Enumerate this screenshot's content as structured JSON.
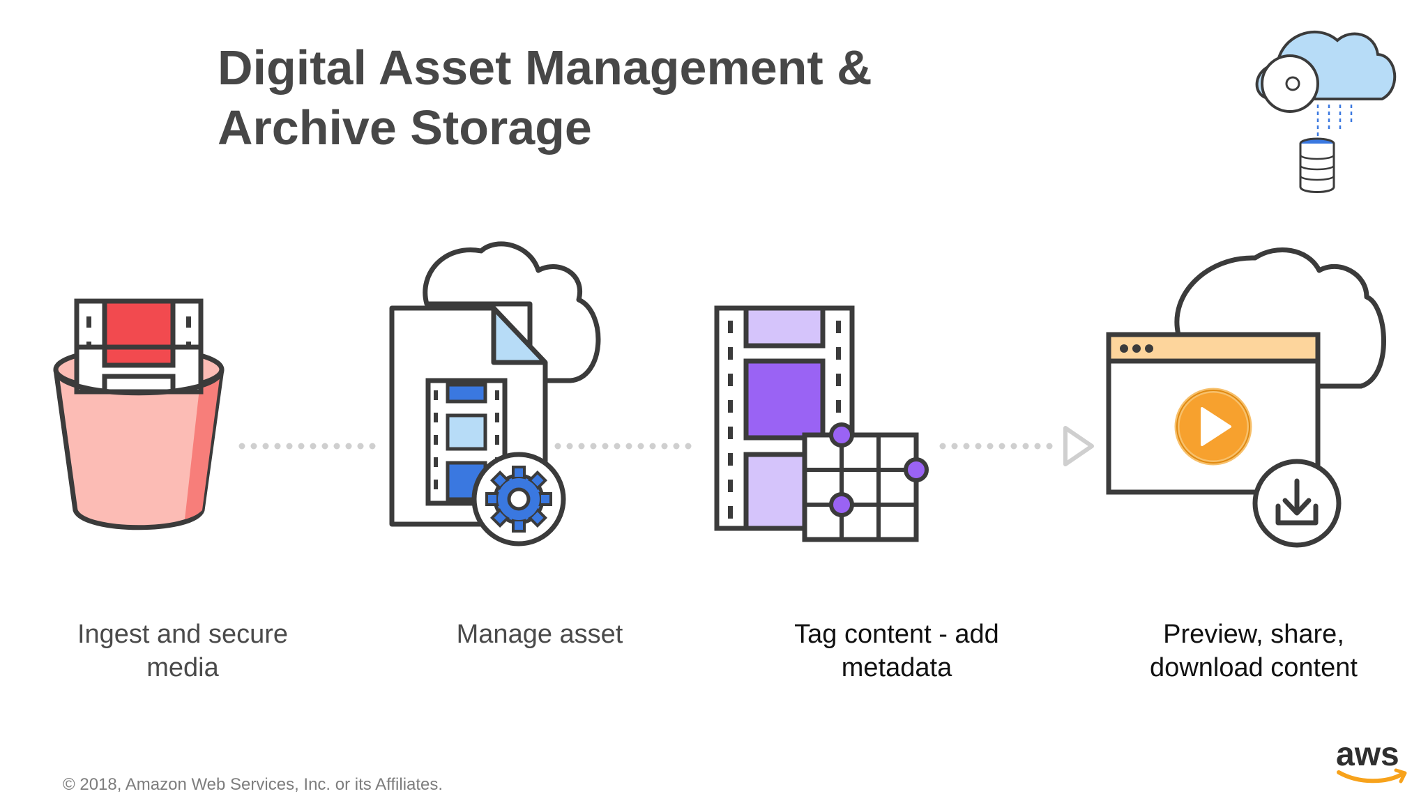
{
  "slide": {
    "title_line1": "Digital Asset Management &",
    "title_line2": "Archive Storage",
    "copyright": "© 2018, Amazon Web Services, Inc. or its Affiliates.",
    "logo_text": "aws"
  },
  "steps": [
    {
      "line1": "Ingest and secure",
      "line2": "media",
      "icon": "bucket-film-icon",
      "color": "#4a4a4a"
    },
    {
      "line1": "Manage asset",
      "line2": "",
      "icon": "file-film-gear-icon",
      "color": "#4a4a4a"
    },
    {
      "line1": "Tag content - add",
      "line2": "metadata",
      "icon": "film-metadata-grid-icon",
      "color": "#111111"
    },
    {
      "line1": "Preview, share,",
      "line2": "download content",
      "icon": "browser-play-download-icon",
      "color": "#111111"
    }
  ],
  "colors": {
    "title": "#474747",
    "outline": "#3b3b3b",
    "bucket_fill": "#fcbcb5",
    "film_red": "#f24a4f",
    "film_blue": "#3a78e0",
    "film_purple": "#9a63f4",
    "play_orange": "#f7a12e",
    "browser_bar": "#fdd59c",
    "cloud_blue": "#b7dcf7",
    "connector": "#cfcfcf",
    "aws_smile": "#f7a21b"
  }
}
